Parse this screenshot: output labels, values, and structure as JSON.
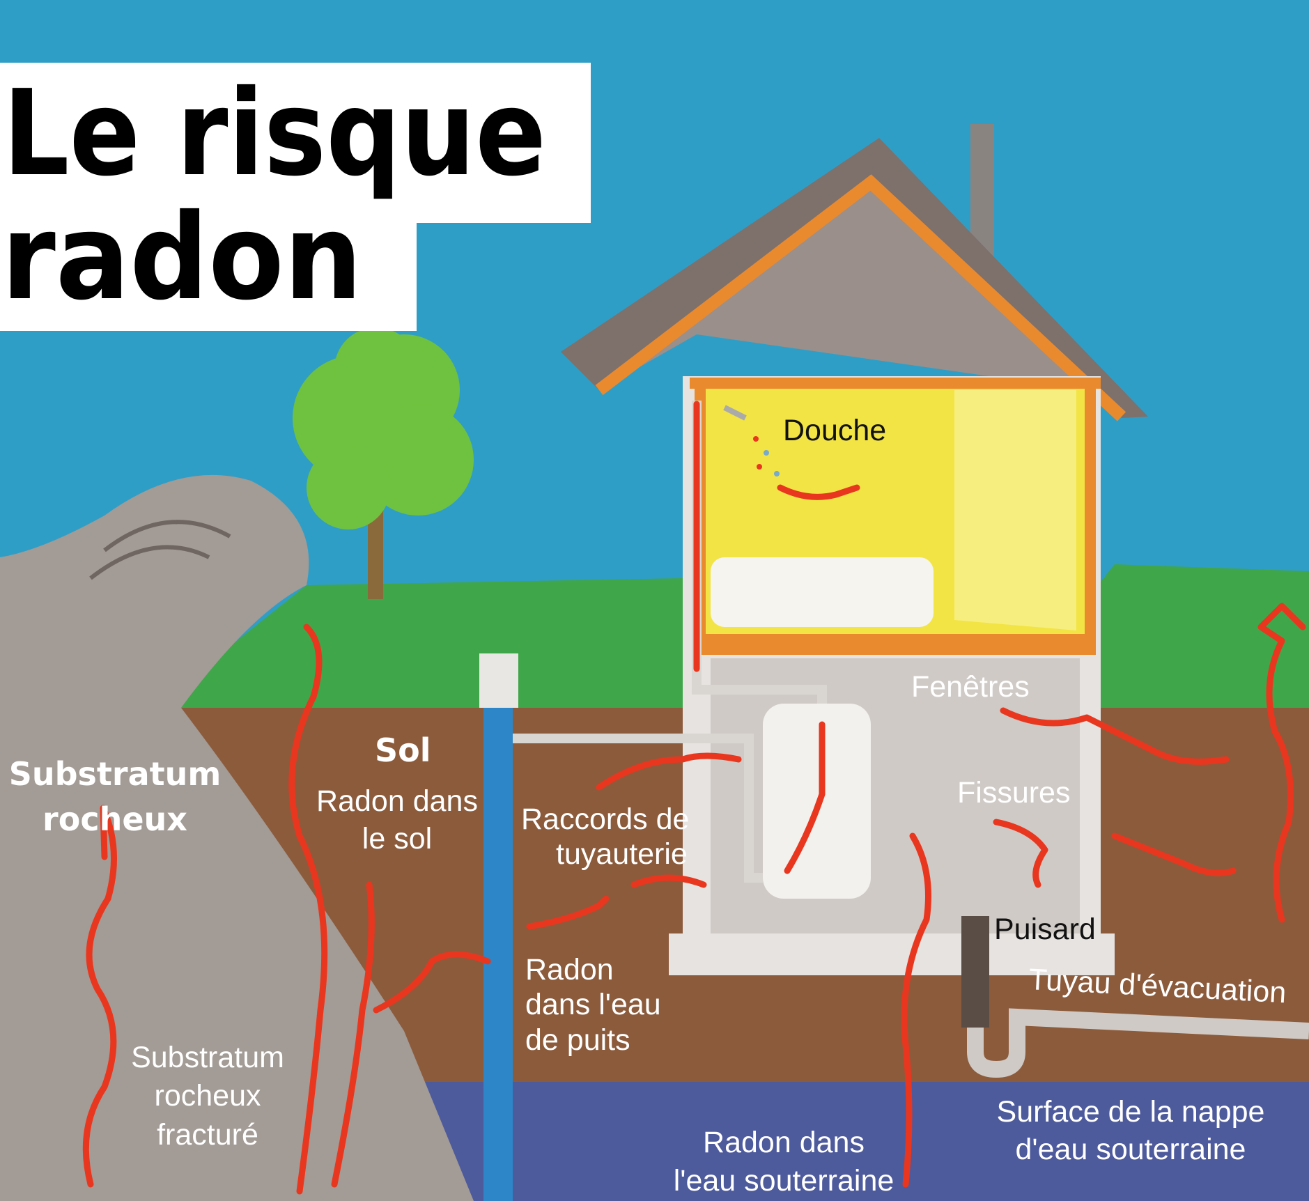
{
  "title": {
    "line1": "Le risque",
    "line2": "radon"
  },
  "labels": {
    "douche": "Douche",
    "fenetres": "Fenêtres",
    "sol": "Sol",
    "radon_sol": [
      "Radon dans",
      "le sol"
    ],
    "substratum": [
      "Substratum",
      "rocheux"
    ],
    "raccords": [
      "Raccords de",
      "tuyauterie"
    ],
    "fissures": "Fissures",
    "puisard": "Puisard",
    "tuyau": "Tuyau d'évacuation",
    "eau_puits": [
      "Radon",
      "dans l'eau",
      "de puits"
    ],
    "fracture": [
      "Substratum",
      "rocheux",
      "fracturé"
    ],
    "nappe": [
      "Surface de la nappe",
      "d'eau souterraine"
    ],
    "eau_souterraine": [
      "Radon dans",
      "l'eau souterraine"
    ]
  },
  "colors": {
    "sky": "#2f9ec6",
    "soil": "#8c5b3c",
    "groundwater": "#4d5a9c",
    "grass": "#3fa64a",
    "radon": "#e8371e",
    "house_frame": "#e98a2e"
  }
}
